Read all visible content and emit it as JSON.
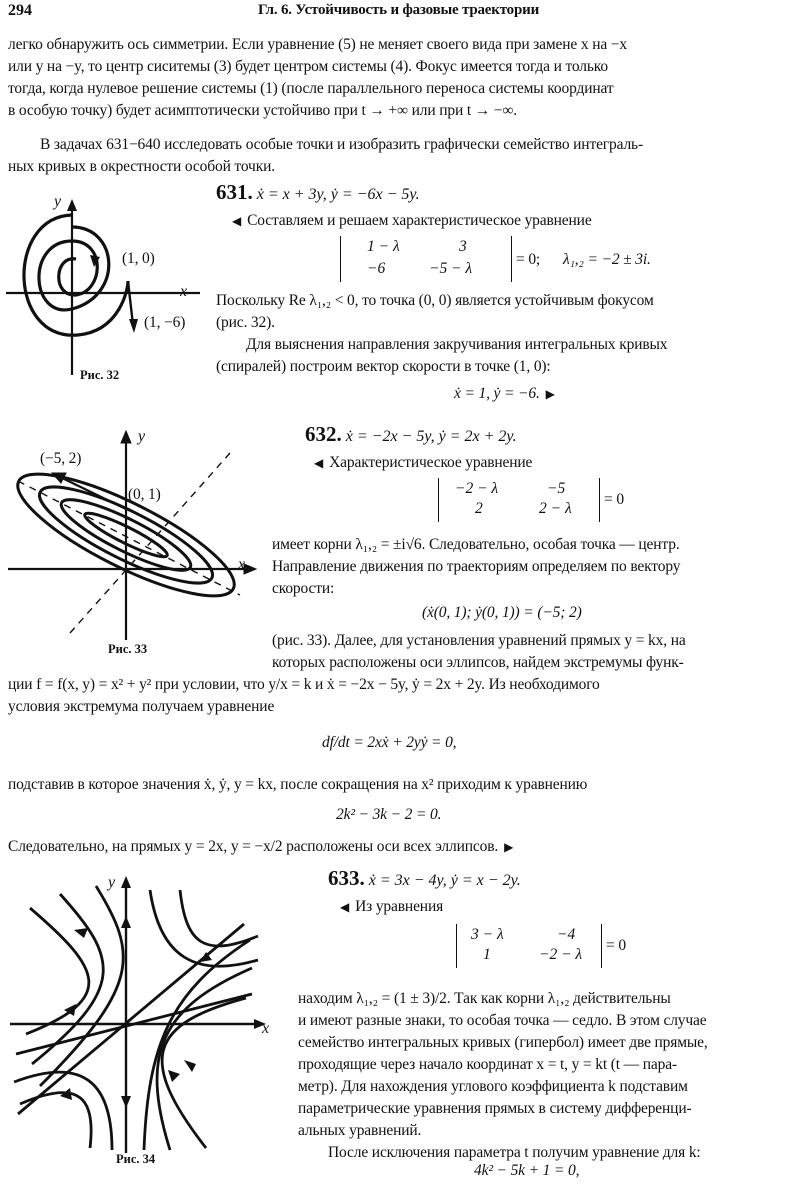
{
  "header": {
    "page_number": "294",
    "chapter": "Гл. 6.",
    "title": "Устойчивость и фазовые траектории"
  },
  "intro": [
    "легко обнаружить ось симметрии. Если уравнение (5) не меняет своего вида при замене x на −x",
    "или y на −y, то центр сиситемы (3) будет центром системы (4). Фокус имеется тогда и только",
    "тогда, когда нулевое решение системы (1) (после параллельного переноса системы координат",
    "в особую точку) будет асимптотически устойчиво при t → +∞ или при t → −∞."
  ],
  "task": [
    "В задачах 631−640 исследовать особые точки и изобразить графически семейство интеграль-",
    "ных кривых в окрестности особой точки."
  ],
  "p631": {
    "number": "631.",
    "equation": "ẋ = x + 3y, ẏ = −6x − 5y.",
    "lead": "Составляем и решаем характеристическое уравнение",
    "det_a": "1 − λ",
    "det_b": "3",
    "det_c": "−6",
    "det_d": "−5 − λ",
    "det_rhs": "= 0;",
    "roots": "λ₁,₂ = −2 ± 3i.",
    "text": [
      "Поскольку Re λ₁,₂ < 0, то точка (0, 0) является устойчивым фокусом",
      "(рис. 32).",
      "Для выяснения направления закручивания интегральных кривых",
      "(спиралей) построим вектор скорости в точке (1, 0):"
    ],
    "velocity": "ẋ = 1,   ẏ = −6.",
    "figure": {
      "caption": "Рис. 32",
      "axis_x": "x",
      "axis_y": "y",
      "label_point": "(1, 0)",
      "label_vector": "(1, −6)"
    }
  },
  "p632": {
    "number": "632.",
    "equation": "ẋ = −2x − 5y, ẏ = 2x + 2y.",
    "lead": "Характеристическое уравнение",
    "det_a": "−2 − λ",
    "det_b": "−5",
    "det_c": "2",
    "det_d": "2 − λ",
    "det_rhs": "= 0",
    "text1": [
      "имеет корни λ₁,₂ = ±i√6. Следовательно, особая точка — центр.",
      "Направление движения по траекториям определяем по вектору",
      "скорости:"
    ],
    "velocity": "(ẋ(0, 1); ẏ(0, 1)) = (−5; 2)",
    "text2": [
      "(рис. 33). Далее, для установления уравнений прямых y = kx, на",
      "которых расположены оси эллипсов, найдем экстремумы функ-"
    ],
    "text3": [
      "ции f = f(x, y) = x² + y² при условии, что y/x = k и ẋ = −2x − 5y, ẏ = 2x + 2y. Из необходимого",
      "условия экстремума получаем уравнение"
    ],
    "deriv": "df/dt = 2xẋ + 2yẏ = 0,",
    "text4": "подставив в которое значения ẋ, ẏ, y = kx, после сокращения на x² приходим к уравнению",
    "quad": "2k² − 3k − 2 = 0.",
    "text5": "Следовательно, на прямых y = 2x, y = −x/2 расположены оси всех эллипсов.",
    "figure": {
      "caption": "Рис. 33",
      "axis_x": "x",
      "axis_y": "y",
      "label_a": "(−5, 2)",
      "label_b": "(0, 1)"
    }
  },
  "p633": {
    "number": "633.",
    "equation": "ẋ = 3x − 4y, ẏ = x − 2y.",
    "lead": "Из уравнения",
    "det_a": "3 − λ",
    "det_b": "−4",
    "det_c": "1",
    "det_d": "−2 − λ",
    "det_rhs": "= 0",
    "text": [
      "находим λ₁,₂ = (1 ± 3)/2. Так как корни λ₁,₂ действительны",
      "и имеют разные знаки, то особая точка — седло. В этом случае",
      "семейство интегральных кривых (гипербол) имеет две прямые,",
      "проходящие через начало координат x = t, y = kt (t — пара-",
      "метр). Для нахождения углового коэффициента k подставим",
      "параметрические уравнения прямых в систему дифференци-",
      "альных уравнений.",
      "После исключения параметра t получим уравнение для k:"
    ],
    "final": "4k² − 5k + 1 = 0,",
    "figure": {
      "caption": "Рис. 34",
      "axis_x": "x",
      "axis_y": "y"
    }
  }
}
